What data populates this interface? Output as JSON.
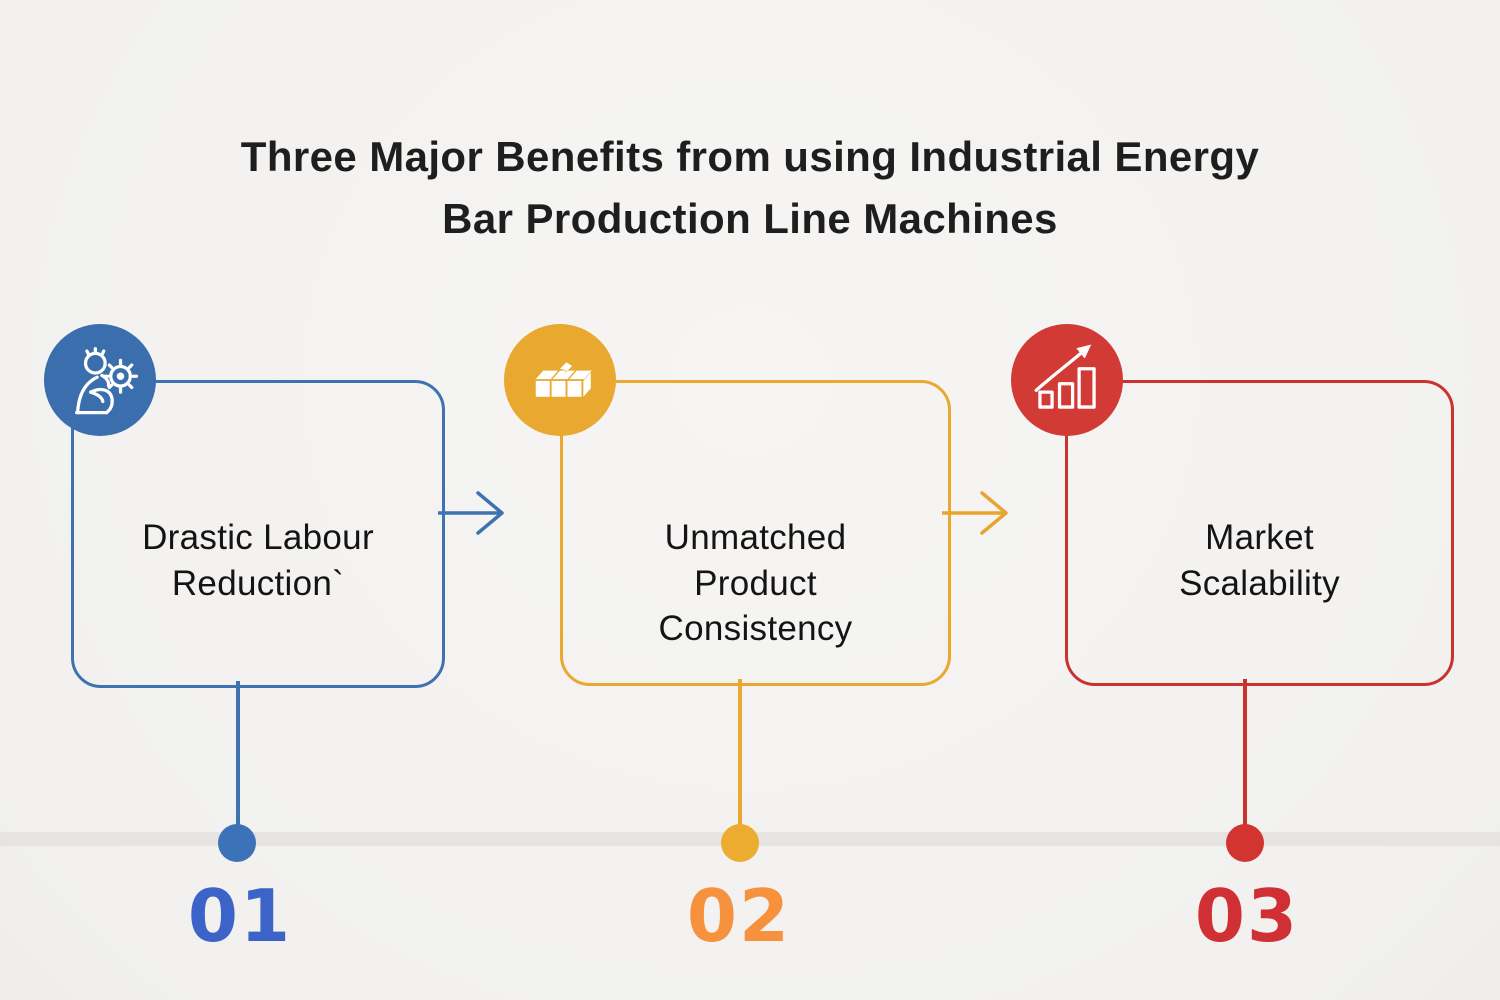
{
  "title": {
    "line1": "Three Major Benefits from using Industrial Energy",
    "line2": "Bar Production Line Machines"
  },
  "benefits": [
    {
      "number": "01",
      "label": "Drastic Labour Reduction`",
      "icon": "worker-with-gears-icon"
    },
    {
      "number": "02",
      "label": "Unmatched Product Consistency",
      "icon": "product-bars-icon"
    },
    {
      "number": "03",
      "label": "Market Scalability",
      "icon": "growth-chart-icon"
    }
  ],
  "colors": {
    "background": "#F2F1EF",
    "timeline_band": "#E5E4E2",
    "title_text": "#1E1E1E",
    "label_text": "#141414",
    "blue_accent": "#3A6EAD",
    "blue_number": "#3C63C7",
    "yellow_accent": "#E9A930",
    "orange_number": "#F6913D",
    "red_accent": "#C9332F",
    "red_number": "#D02F33"
  }
}
